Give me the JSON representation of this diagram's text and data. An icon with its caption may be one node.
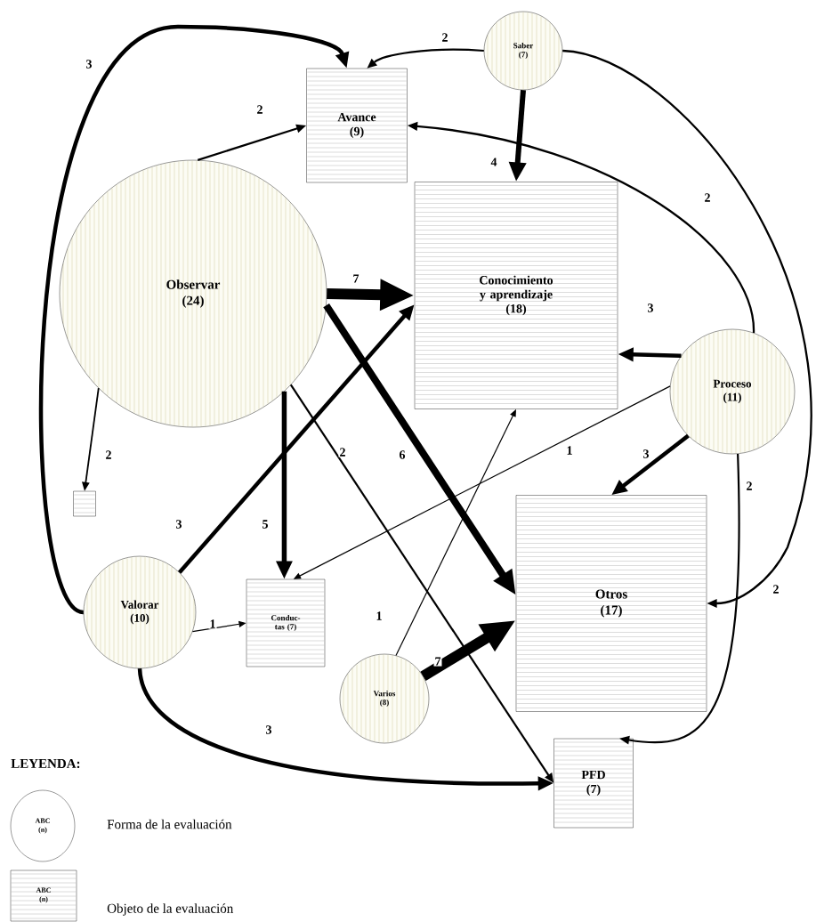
{
  "diagram": {
    "nodes": [
      {
        "text": [
          "Saber (7)"
        ]
      },
      {
        "text": [
          "Avance (9)"
        ]
      },
      {
        "text": [
          "Observar (24)"
        ]
      },
      {
        "text": [
          "Conocimiento y aprendizaje (18)"
        ]
      },
      {
        "text": [
          "Proceso (11)"
        ]
      },
      {
        "text": [],
        "shape": "box"
      },
      {
        "text": [
          "Otros (17)"
        ]
      },
      {
        "text": [
          "Valorar (10)"
        ]
      },
      {
        "text": [
          "Conduc- tas (7)"
        ]
      },
      {
        "text": [
          "Varios (8)"
        ]
      },
      {
        "text": [
          "PFD (7)"
        ]
      }
    ],
    "edges": [
      {
        "from": 2,
        "to": 1,
        "arrow": "to",
        "label": "2"
      },
      {
        "from": 2,
        "to": 3,
        "arrow": "to",
        "label": "7",
        "style": "thick"
      },
      {
        "from": 2,
        "to": 6,
        "arrow": "to",
        "label": "6",
        "style": "thick"
      },
      {
        "from": 2,
        "to": 8,
        "arrow": "to",
        "label": "5",
        "style": "thick"
      },
      {
        "from": 2,
        "to": 5,
        "arrow": "to",
        "label": "2"
      },
      {
        "from": 2,
        "to": 10,
        "arrow": "to",
        "label": "2"
      },
      {
        "from": 7,
        "to": 1,
        "arrow": "to",
        "label": "3",
        "style": "thick"
      },
      {
        "from": 7,
        "to": 3,
        "arrow": "to",
        "label": "3",
        "style": "thick"
      },
      {
        "from": 7,
        "to": 8,
        "arrow": "to",
        "label": "1"
      },
      {
        "from": 7,
        "to": 10,
        "arrow": "to",
        "label": "3",
        "style": "thick"
      },
      {
        "from": 0,
        "to": 1,
        "arrow": "to",
        "label": "2"
      },
      {
        "from": 0,
        "to": 3,
        "arrow": "to",
        "label": "4",
        "style": "thick"
      },
      {
        "from": 0,
        "to": 6,
        "arrow": "to",
        "label": "2"
      },
      {
        "from": 4,
        "to": 1,
        "arrow": "to",
        "label": "2"
      },
      {
        "from": 4,
        "to": 3,
        "arrow": "to",
        "label": "3",
        "style": "thick"
      },
      {
        "from": 4,
        "to": 8,
        "arrow": "to",
        "label": "1"
      },
      {
        "from": 4,
        "to": 6,
        "arrow": "to",
        "label": "3",
        "style": "thick"
      },
      {
        "from": 4,
        "to": 10,
        "arrow": "to",
        "label": "2"
      },
      {
        "from": 9,
        "to": 3,
        "arrow": "to",
        "label": "1"
      },
      {
        "from": 9,
        "to": 6,
        "arrow": "to",
        "label": "7",
        "style": "thick"
      }
    ],
    "labels": [
      "LEYENDA:",
      "ABC (n)",
      "ABC (n)"
    ],
    "legend": [
      {
        "text": "Forma de la evaluación"
      },
      {
        "text": "Objeto de la evaluación"
      }
    ]
  }
}
